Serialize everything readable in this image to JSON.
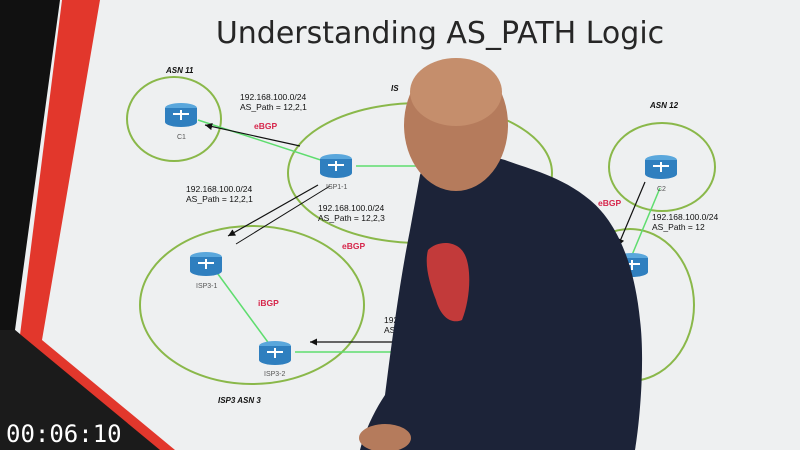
{
  "title": "Understanding AS_PATH Logic",
  "timer": "00:06:10",
  "asn_labels": {
    "asn11": "ASN 11",
    "asn12": "ASN 12",
    "isp1_partial": "IS",
    "isp3": "ISP3 ASN 3"
  },
  "routers": {
    "c1": "C1",
    "c2": "C2",
    "isp1_1": "ISP1-1",
    "isp3_1": "ISP3-1",
    "isp3_2": "ISP3-2"
  },
  "bgp_labels": {
    "ebgp_top": "eBGP",
    "ebgp_mid": "eBGP",
    "ebgp_right": "eBGP",
    "ibgp": "iBGP"
  },
  "route_labels": {
    "top": "192.168.100.0/24\nAS_Path = 12,2,1",
    "left": "192.168.100.0/24\nAS_Path = 12,2,1",
    "middle": "192.168.100.0/24\nAS_Path = 12,2,3",
    "right": "192.168.100.0/24\nAS_Path = 12",
    "bottom_partial": "192.\nAS"
  },
  "colors": {
    "circle_stroke": "#8ab84a",
    "link": "#5fdd6f",
    "router_fill": "#2f7fbf",
    "ebgp_text": "#d6264b",
    "stripe_red": "#e2372c",
    "stripe_black": "#0f0f0f"
  }
}
